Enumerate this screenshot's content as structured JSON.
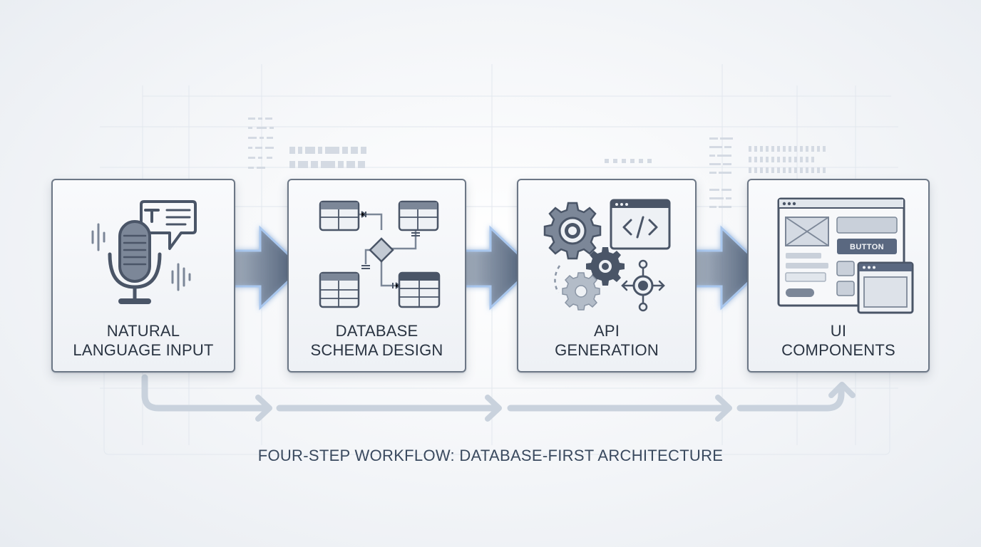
{
  "steps": [
    {
      "line1": "NATURAL",
      "line2": "LANGUAGE INPUT",
      "icon": "microphone-chat-icon"
    },
    {
      "line1": "DATABASE",
      "line2": "SCHEMA DESIGN",
      "icon": "database-schema-icon"
    },
    {
      "line1": "API",
      "line2": "GENERATION",
      "icon": "gears-code-icon"
    },
    {
      "line1": "UI",
      "line2": "COMPONENTS",
      "icon": "ui-wireframe-icon"
    }
  ],
  "ui_button_label": "BUTTON",
  "caption": "FOUR-STEP WORKFLOW: DATABASE-FIRST ARCHITECTURE",
  "colors": {
    "card_border": "#6c7786",
    "icon_dark": "#4a5567",
    "icon_mid": "#7c8798",
    "arrow": "#5b6b82",
    "arrow_glow": "#a9c7ee",
    "flow_line": "#c9d2dd"
  }
}
